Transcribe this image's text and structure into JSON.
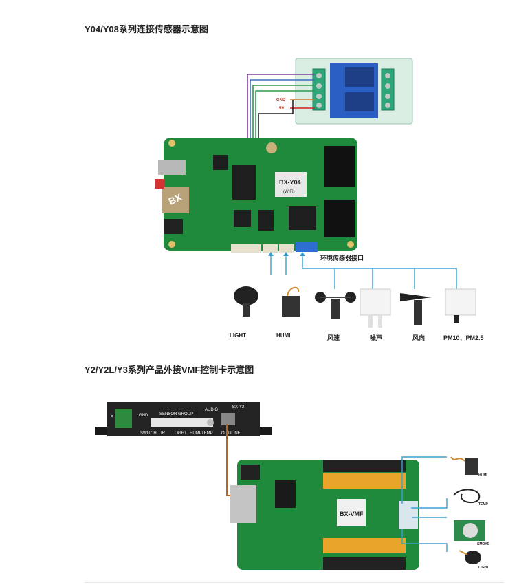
{
  "section1": {
    "title": "Y04/Y08系列连接传感器示意图",
    "relay_labels": {
      "gnd": "GND",
      "v5": "5V"
    },
    "board_model": "BX-Y04",
    "board_sub": "(WIFI)",
    "board_logo": "BX",
    "interface_label": "环境传感器接口",
    "sensors": [
      "LIGHT",
      "HUMI",
      "风速",
      "噪声",
      "风向",
      "PM10、PM2.5"
    ]
  },
  "section2": {
    "title": "Y2/Y2L/Y3系列产品外接VMF控制卡示意图",
    "box": {
      "top_labels": [
        "GND",
        "SENSOR GROUP",
        "AUDIO",
        "BX-Y2"
      ],
      "bottom_labels": [
        "SWITCH",
        "IR",
        "LIGHT",
        "HUMI/TEMP",
        "OUT/LINE"
      ],
      "side_label": "5"
    },
    "board_model": "BX-VMF",
    "sensors": [
      "HUMI",
      "TEMP",
      "SMOKE",
      "LIGHT"
    ]
  }
}
